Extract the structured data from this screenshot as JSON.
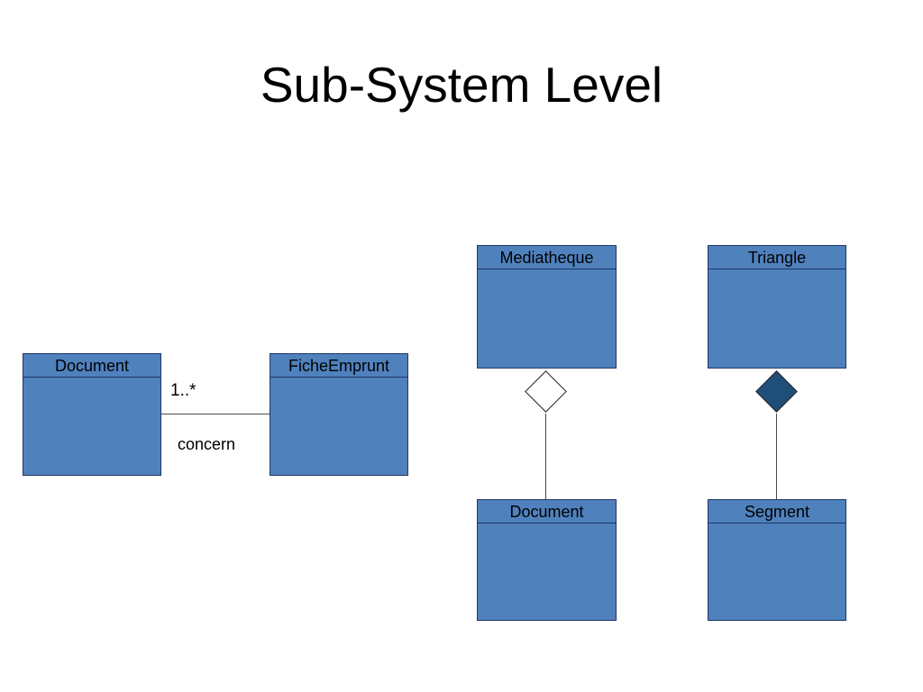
{
  "slide": {
    "title": "Sub-System Level",
    "background": "#FFFFFF"
  },
  "colors": {
    "class_fill": "#4F81BD",
    "class_border": "#1F3864",
    "aggregation_diamond_fill": "#FFFFFF",
    "composition_diamond_fill": "#1F4E79",
    "connector": "#4a4a4a",
    "text": "#000000"
  },
  "uml": {
    "association": {
      "source": "Document",
      "target": "FicheEmprunt",
      "multiplicity": "1..*",
      "label": "concern"
    },
    "aggregation": {
      "whole": "Mediatheque",
      "part": "Document",
      "diamond_style": "hollow"
    },
    "composition": {
      "whole": "Triangle",
      "part": "Segment",
      "diamond_style": "filled"
    }
  }
}
